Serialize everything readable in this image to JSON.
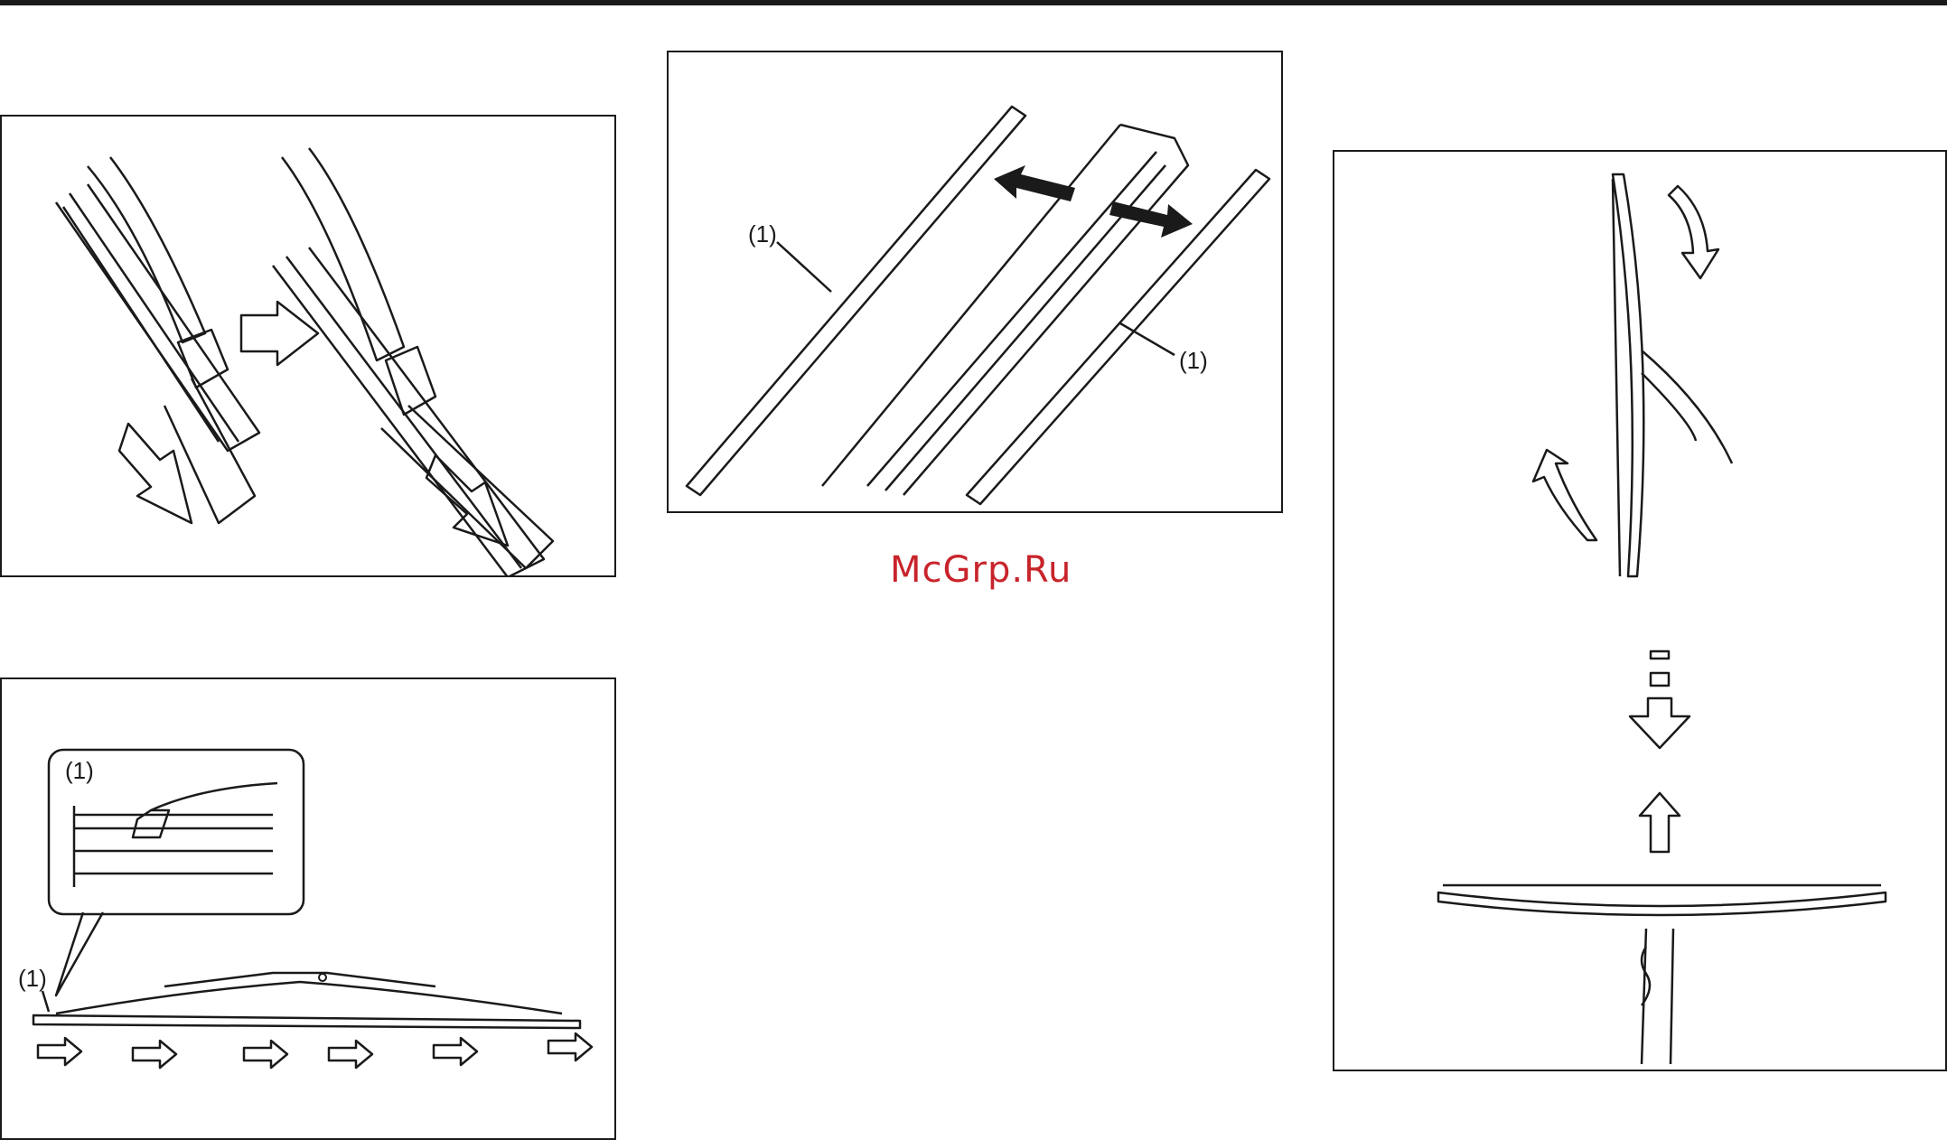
{
  "watermark": {
    "text": "McGrp.Ru"
  },
  "panels": {
    "top_middle": {
      "callout_left": "(1)",
      "callout_right": "(1)"
    },
    "bottom_left": {
      "callout_inset": "(1)",
      "callout_blade": "(1)"
    }
  },
  "colors": {
    "line": "#1a1a1a",
    "background": "#ffffff",
    "watermark": "#c8242b"
  }
}
